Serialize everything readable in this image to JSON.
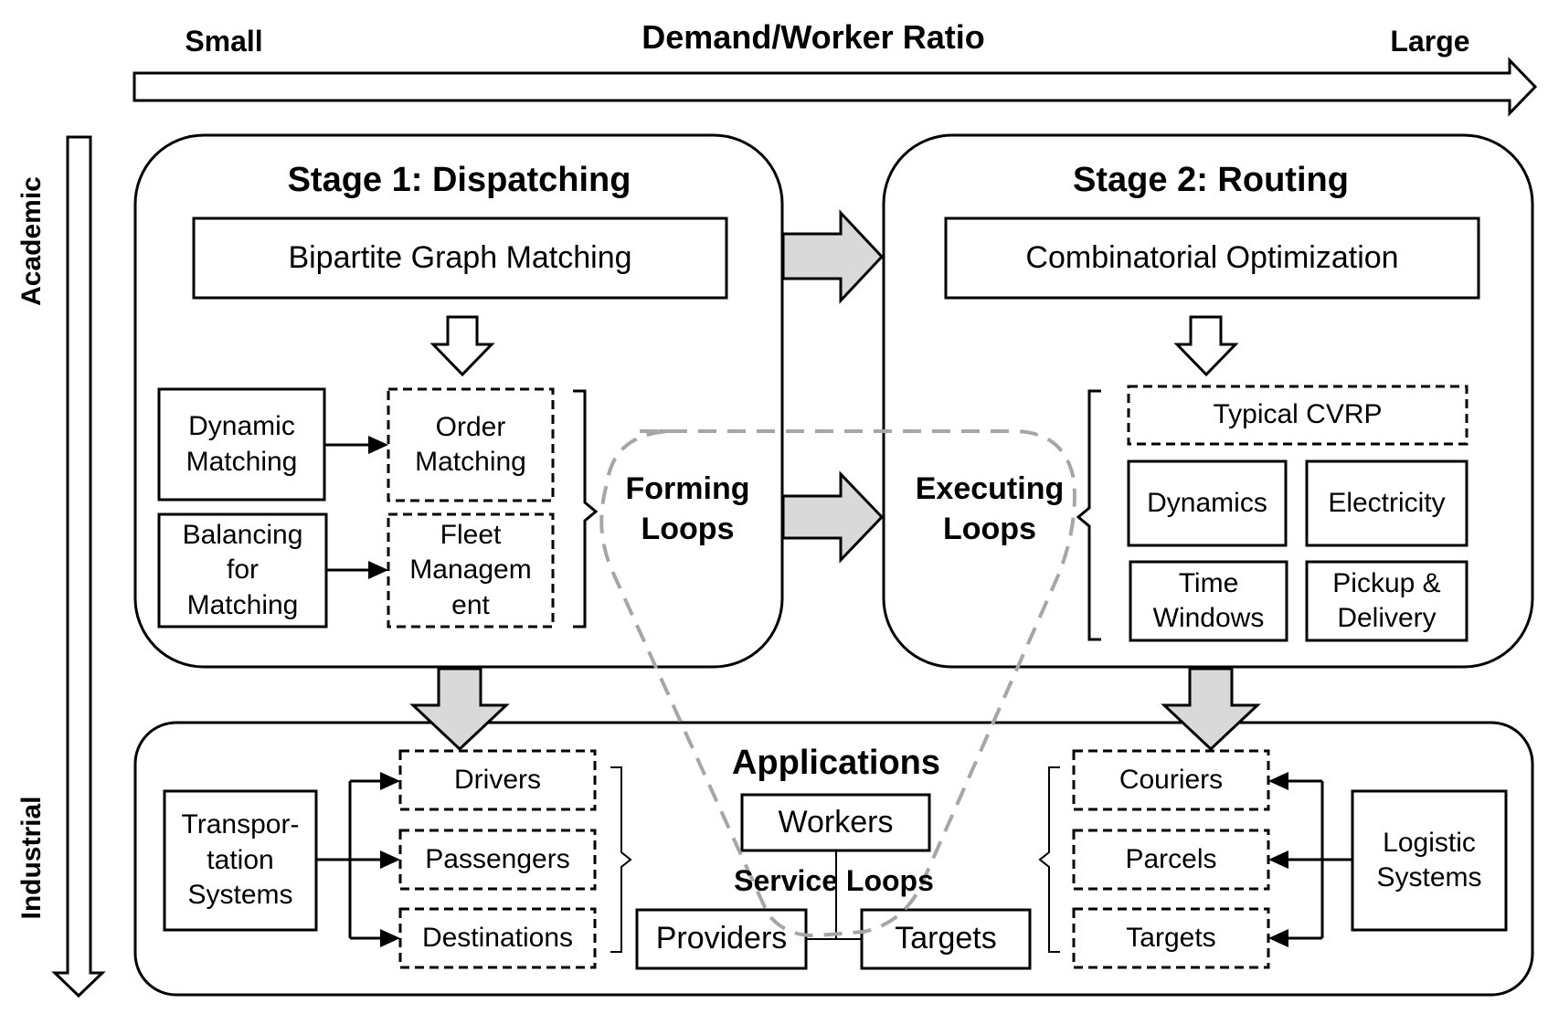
{
  "axis": {
    "horizontal_title": "Demand/Worker Ratio",
    "horizontal_left": "Small",
    "horizontal_right": "Large",
    "vertical_top": "Academic",
    "vertical_bottom": "Industrial"
  },
  "stage1": {
    "title": "Stage 1: Dispatching",
    "method": "Bipartite Graph Matching",
    "dynamic_matching": "Dynamic\nMatching",
    "balancing": "Balancing\nfor\nMatching",
    "order_matching": "Order\nMatching",
    "fleet_management": "Fleet\nManagem\nent"
  },
  "stage2": {
    "title": "Stage 2: Routing",
    "method": "Combinatorial Optimization",
    "typical_cvrp": "Typical CVRP",
    "dynamics": "Dynamics",
    "electricity": "Electricity",
    "time_windows": "Time\nWindows",
    "pickup_delivery": "Pickup &\nDelivery"
  },
  "loops": {
    "forming": "Forming\nLoops",
    "executing": "Executing\nLoops",
    "service": "Service Loops"
  },
  "applications": {
    "title": "Applications",
    "transportation": "Transpor-\ntation\nSystems",
    "drivers": "Drivers",
    "passengers": "Passengers",
    "destinations": "Destinations",
    "workers": "Workers",
    "providers": "Providers",
    "targets_center": "Targets",
    "couriers": "Couriers",
    "parcels": "Parcels",
    "targets_right": "Targets",
    "logistic": "Logistic\nSystems"
  },
  "colors": {
    "stroke": "#000000",
    "fill_arrow": "#d9d9d9",
    "dashed_loop": "#a6a6a6"
  }
}
